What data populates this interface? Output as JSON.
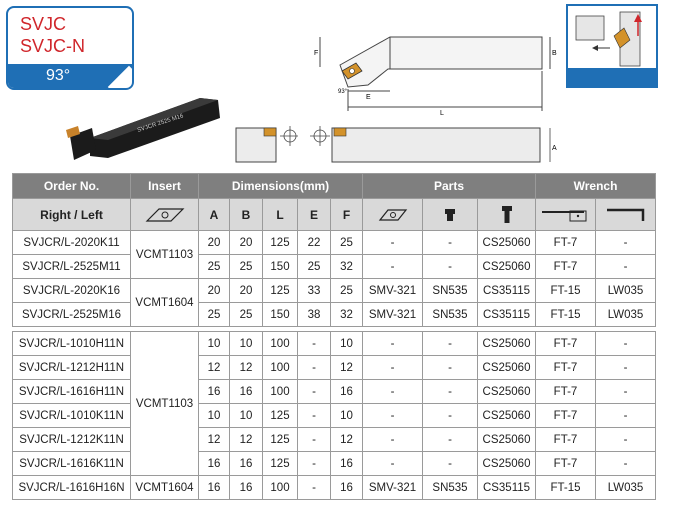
{
  "badge": {
    "line1": "SVJC",
    "line2": "SVJC-N",
    "angle": "93°"
  },
  "product_label": "SVJCR 2525 M16",
  "drawing_labels": {
    "F": "F",
    "B": "B",
    "E": "E",
    "L": "L",
    "A": "A",
    "angle": "93°",
    "kr": "93°"
  },
  "table": {
    "headers": {
      "order_no": "Order No.",
      "insert": "Insert",
      "dimensions": "Dimensions(mm)",
      "parts": "Parts",
      "wrench": "Wrench",
      "right_left": "Right / Left",
      "A": "A",
      "B": "B",
      "L": "L",
      "E": "E",
      "F": "F"
    },
    "group1": {
      "rows": [
        {
          "code": "SVJCR/L-2020K11",
          "A": "20",
          "B": "20",
          "L": "125",
          "E": "22",
          "F": "25",
          "p1": "-",
          "p2": "-",
          "p3": "CS25060",
          "w1": "FT-7",
          "w2": "-"
        },
        {
          "code": "SVJCR/L-2525M11",
          "A": "25",
          "B": "25",
          "L": "150",
          "E": "25",
          "F": "32",
          "p1": "-",
          "p2": "-",
          "p3": "CS25060",
          "w1": "FT-7",
          "w2": "-"
        },
        {
          "code": "SVJCR/L-2020K16",
          "A": "20",
          "B": "20",
          "L": "125",
          "E": "33",
          "F": "25",
          "p1": "SMV-321",
          "p2": "SN535",
          "p3": "CS35115",
          "w1": "FT-15",
          "w2": "LW035"
        },
        {
          "code": "SVJCR/L-2525M16",
          "A": "25",
          "B": "25",
          "L": "150",
          "E": "38",
          "F": "32",
          "p1": "SMV-321",
          "p2": "SN535",
          "p3": "CS35115",
          "w1": "FT-15",
          "w2": "LW035"
        }
      ],
      "insert_a": "VCMT1103",
      "insert_b": "VCMT1604"
    },
    "group2": {
      "rows": [
        {
          "code": "SVJCR/L-1010H11N",
          "A": "10",
          "B": "10",
          "L": "100",
          "E": "-",
          "F": "10",
          "p1": "-",
          "p2": "-",
          "p3": "CS25060",
          "w1": "FT-7",
          "w2": "-"
        },
        {
          "code": "SVJCR/L-1212H11N",
          "A": "12",
          "B": "12",
          "L": "100",
          "E": "-",
          "F": "12",
          "p1": "-",
          "p2": "-",
          "p3": "CS25060",
          "w1": "FT-7",
          "w2": "-"
        },
        {
          "code": "SVJCR/L-1616H11N",
          "A": "16",
          "B": "16",
          "L": "100",
          "E": "-",
          "F": "16",
          "p1": "-",
          "p2": "-",
          "p3": "CS25060",
          "w1": "FT-7",
          "w2": "-"
        },
        {
          "code": "SVJCR/L-1010K11N",
          "A": "10",
          "B": "10",
          "L": "125",
          "E": "-",
          "F": "10",
          "p1": "-",
          "p2": "-",
          "p3": "CS25060",
          "w1": "FT-7",
          "w2": "-"
        },
        {
          "code": "SVJCR/L-1212K11N",
          "A": "12",
          "B": "12",
          "L": "125",
          "E": "-",
          "F": "12",
          "p1": "-",
          "p2": "-",
          "p3": "CS25060",
          "w1": "FT-7",
          "w2": "-"
        },
        {
          "code": "SVJCR/L-1616K11N",
          "A": "16",
          "B": "16",
          "L": "125",
          "E": "-",
          "F": "16",
          "p1": "-",
          "p2": "-",
          "p3": "CS25060",
          "w1": "FT-7",
          "w2": "-"
        }
      ],
      "insert": "VCMT1103"
    },
    "last_row": {
      "code": "SVJCR/L-1616H16N",
      "insert": "VCMT1604",
      "A": "16",
      "B": "16",
      "L": "100",
      "E": "-",
      "F": "16",
      "p1": "SMV-321",
      "p2": "SN535",
      "p3": "CS35115",
      "w1": "FT-15",
      "w2": "LW035"
    }
  },
  "colors": {
    "accent": "#1f6fb5",
    "badge_text": "#d0262b",
    "header_dark": "#7f7f7f",
    "header_light": "#d9d9d9"
  }
}
